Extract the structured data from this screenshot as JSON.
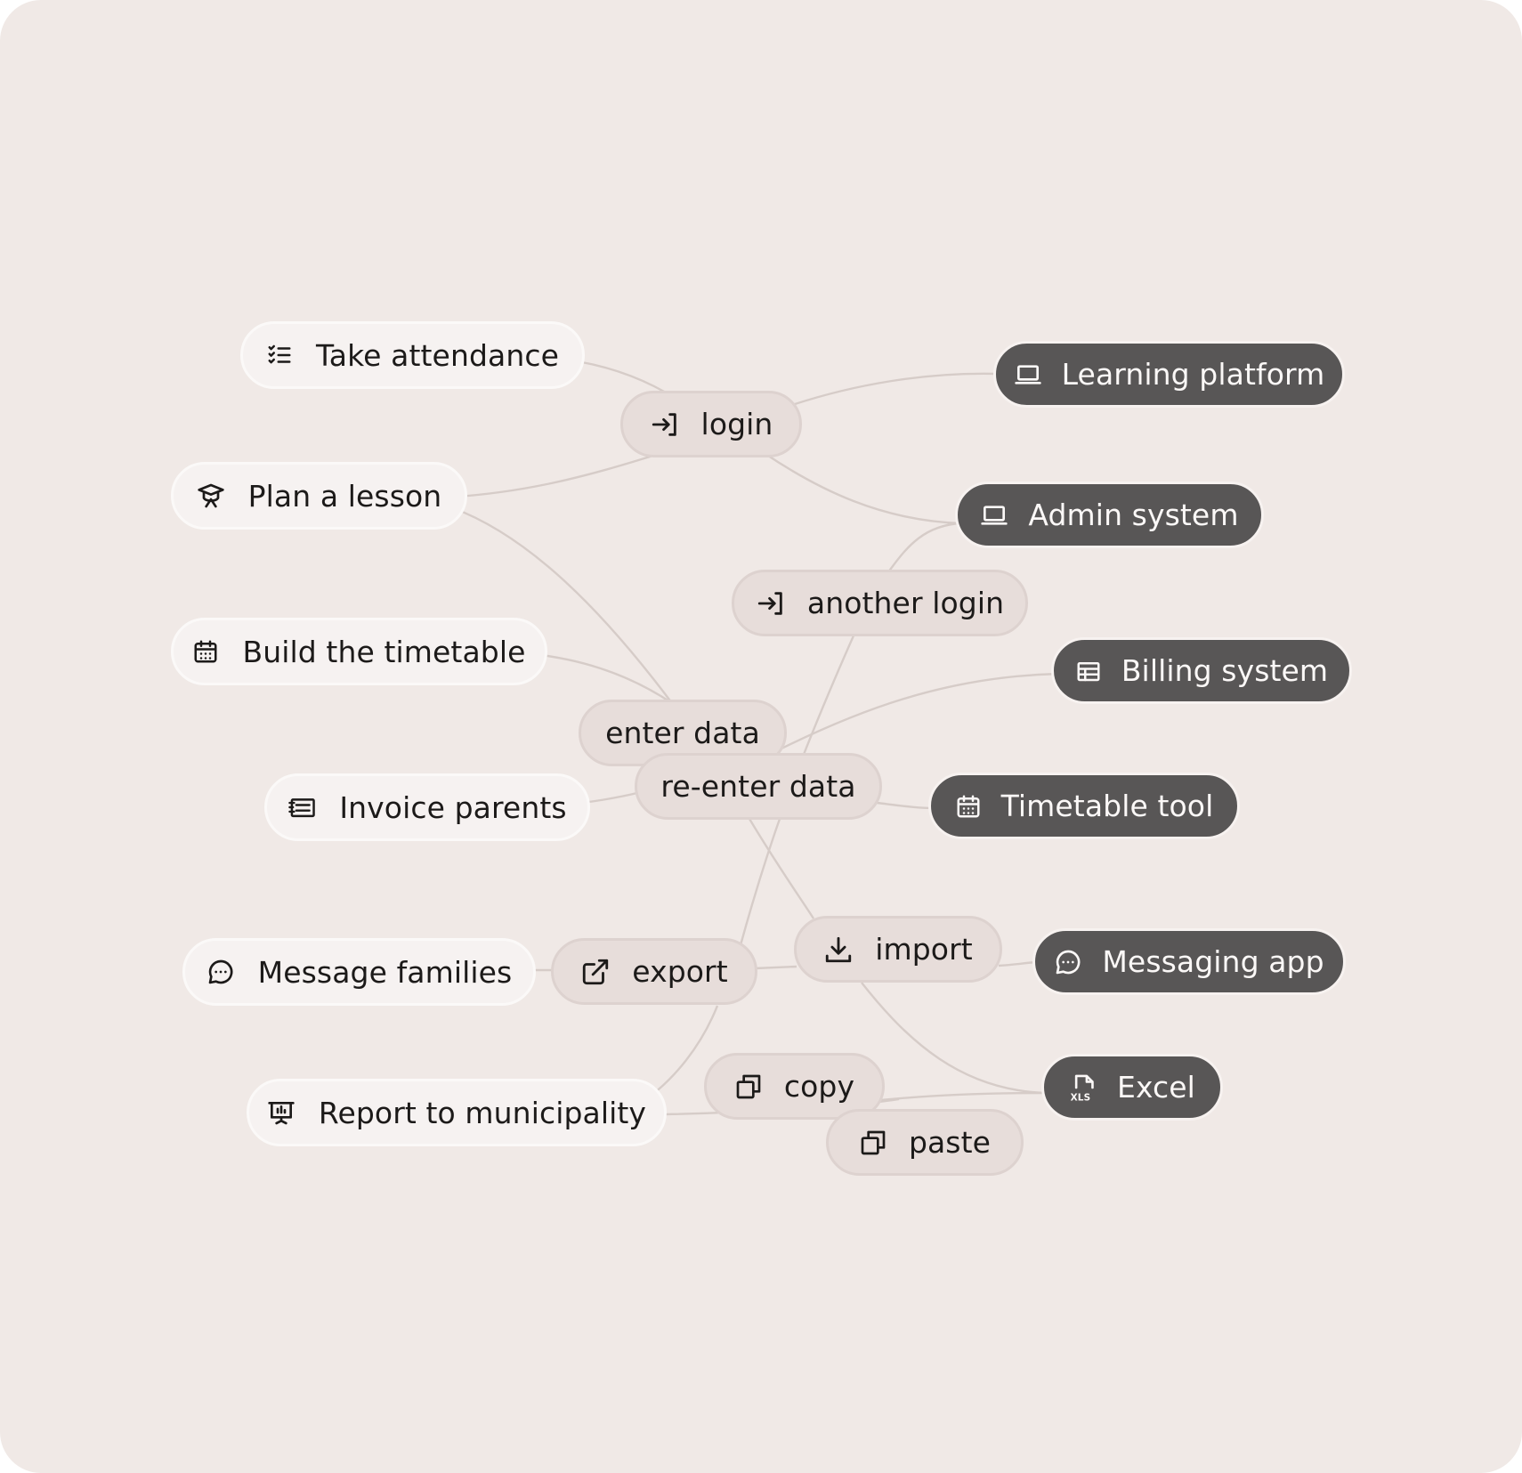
{
  "colors": {
    "background": "#f0e9e6",
    "task_fill": "#f6f2f1",
    "action_fill": "#e7ddda",
    "system_fill": "#585656",
    "connector": "#d6ccc8"
  },
  "tasks": [
    {
      "id": "take-attendance",
      "label": "Take attendance",
      "icon": "checklist-icon"
    },
    {
      "id": "plan-a-lesson",
      "label": "Plan a lesson",
      "icon": "graduation-cap-icon"
    },
    {
      "id": "build-the-timetable",
      "label": "Build the timetable",
      "icon": "calendar-icon"
    },
    {
      "id": "invoice-parents",
      "label": "Invoice parents",
      "icon": "invoice-icon"
    },
    {
      "id": "message-families",
      "label": "Message families",
      "icon": "chat-bubble-icon"
    },
    {
      "id": "report-to-municipality",
      "label": "Report to municipality",
      "icon": "presentation-chart-icon"
    }
  ],
  "actions": [
    {
      "id": "login",
      "label": "login",
      "icon": "login-arrow-icon"
    },
    {
      "id": "another-login",
      "label": "another login",
      "icon": "login-arrow-icon"
    },
    {
      "id": "enter-data",
      "label": "enter data",
      "icon": ""
    },
    {
      "id": "re-enter-data",
      "label": "re-enter data",
      "icon": ""
    },
    {
      "id": "export",
      "label": "export",
      "icon": "external-link-icon"
    },
    {
      "id": "import",
      "label": "import",
      "icon": "download-icon"
    },
    {
      "id": "copy",
      "label": "copy",
      "icon": "copy-icon"
    },
    {
      "id": "paste",
      "label": "paste",
      "icon": "copy-icon"
    }
  ],
  "systems": [
    {
      "id": "learning-platform",
      "label": "Learning platform",
      "icon": "laptop-icon"
    },
    {
      "id": "admin-system",
      "label": "Admin system",
      "icon": "laptop-icon"
    },
    {
      "id": "billing-system",
      "label": "Billing system",
      "icon": "table-icon"
    },
    {
      "id": "timetable-tool",
      "label": "Timetable tool",
      "icon": "calendar-icon"
    },
    {
      "id": "messaging-app",
      "label": "Messaging app",
      "icon": "chat-bubble-icon"
    },
    {
      "id": "excel",
      "label": "Excel",
      "icon": "xls-file-icon"
    }
  ],
  "connections": [
    [
      "take-attendance",
      "login"
    ],
    [
      "plan-a-lesson",
      "login"
    ],
    [
      "login",
      "learning-platform"
    ],
    [
      "login",
      "admin-system"
    ],
    [
      "plan-a-lesson",
      "enter-data"
    ],
    [
      "build-the-timetable",
      "enter-data"
    ],
    [
      "enter-data",
      "billing-system"
    ],
    [
      "invoice-parents",
      "re-enter-data"
    ],
    [
      "re-enter-data",
      "timetable-tool"
    ],
    [
      "another-login",
      "admin-system"
    ],
    [
      "re-enter-data",
      "another-login"
    ],
    [
      "re-enter-data",
      "import"
    ],
    [
      "message-families",
      "export"
    ],
    [
      "export",
      "import"
    ],
    [
      "import",
      "messaging-app"
    ],
    [
      "import",
      "excel"
    ],
    [
      "report-to-municipality",
      "export"
    ],
    [
      "report-to-municipality",
      "copy"
    ],
    [
      "copy",
      "excel"
    ]
  ]
}
